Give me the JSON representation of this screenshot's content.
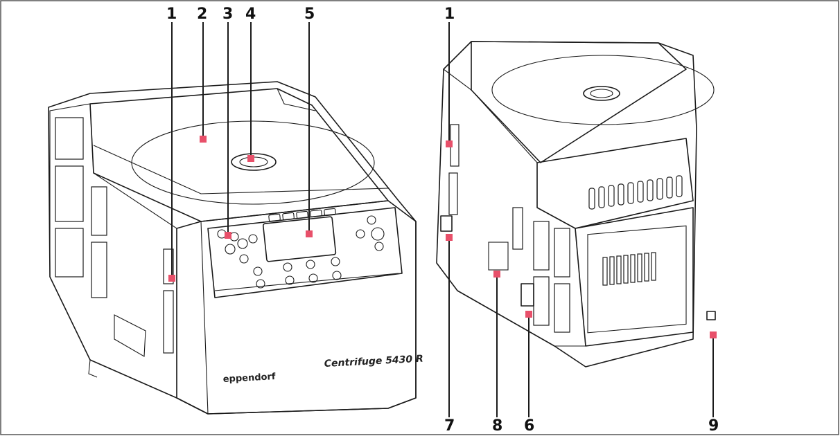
{
  "figure": {
    "left_unit": {
      "brand_label": "eppendorf",
      "model_label": "Centrifuge 5430 R"
    }
  },
  "callouts": [
    {
      "id": "c1a",
      "label": "1"
    },
    {
      "id": "c2",
      "label": "2"
    },
    {
      "id": "c3",
      "label": "3"
    },
    {
      "id": "c4",
      "label": "4"
    },
    {
      "id": "c5",
      "label": "5"
    },
    {
      "id": "c1b",
      "label": "1"
    },
    {
      "id": "c7",
      "label": "7"
    },
    {
      "id": "c8",
      "label": "8"
    },
    {
      "id": "c6",
      "label": "6"
    },
    {
      "id": "c9",
      "label": "9"
    }
  ],
  "colors": {
    "marker": "#e8506a",
    "line": "#1a1a1a",
    "frame": "#555555"
  }
}
